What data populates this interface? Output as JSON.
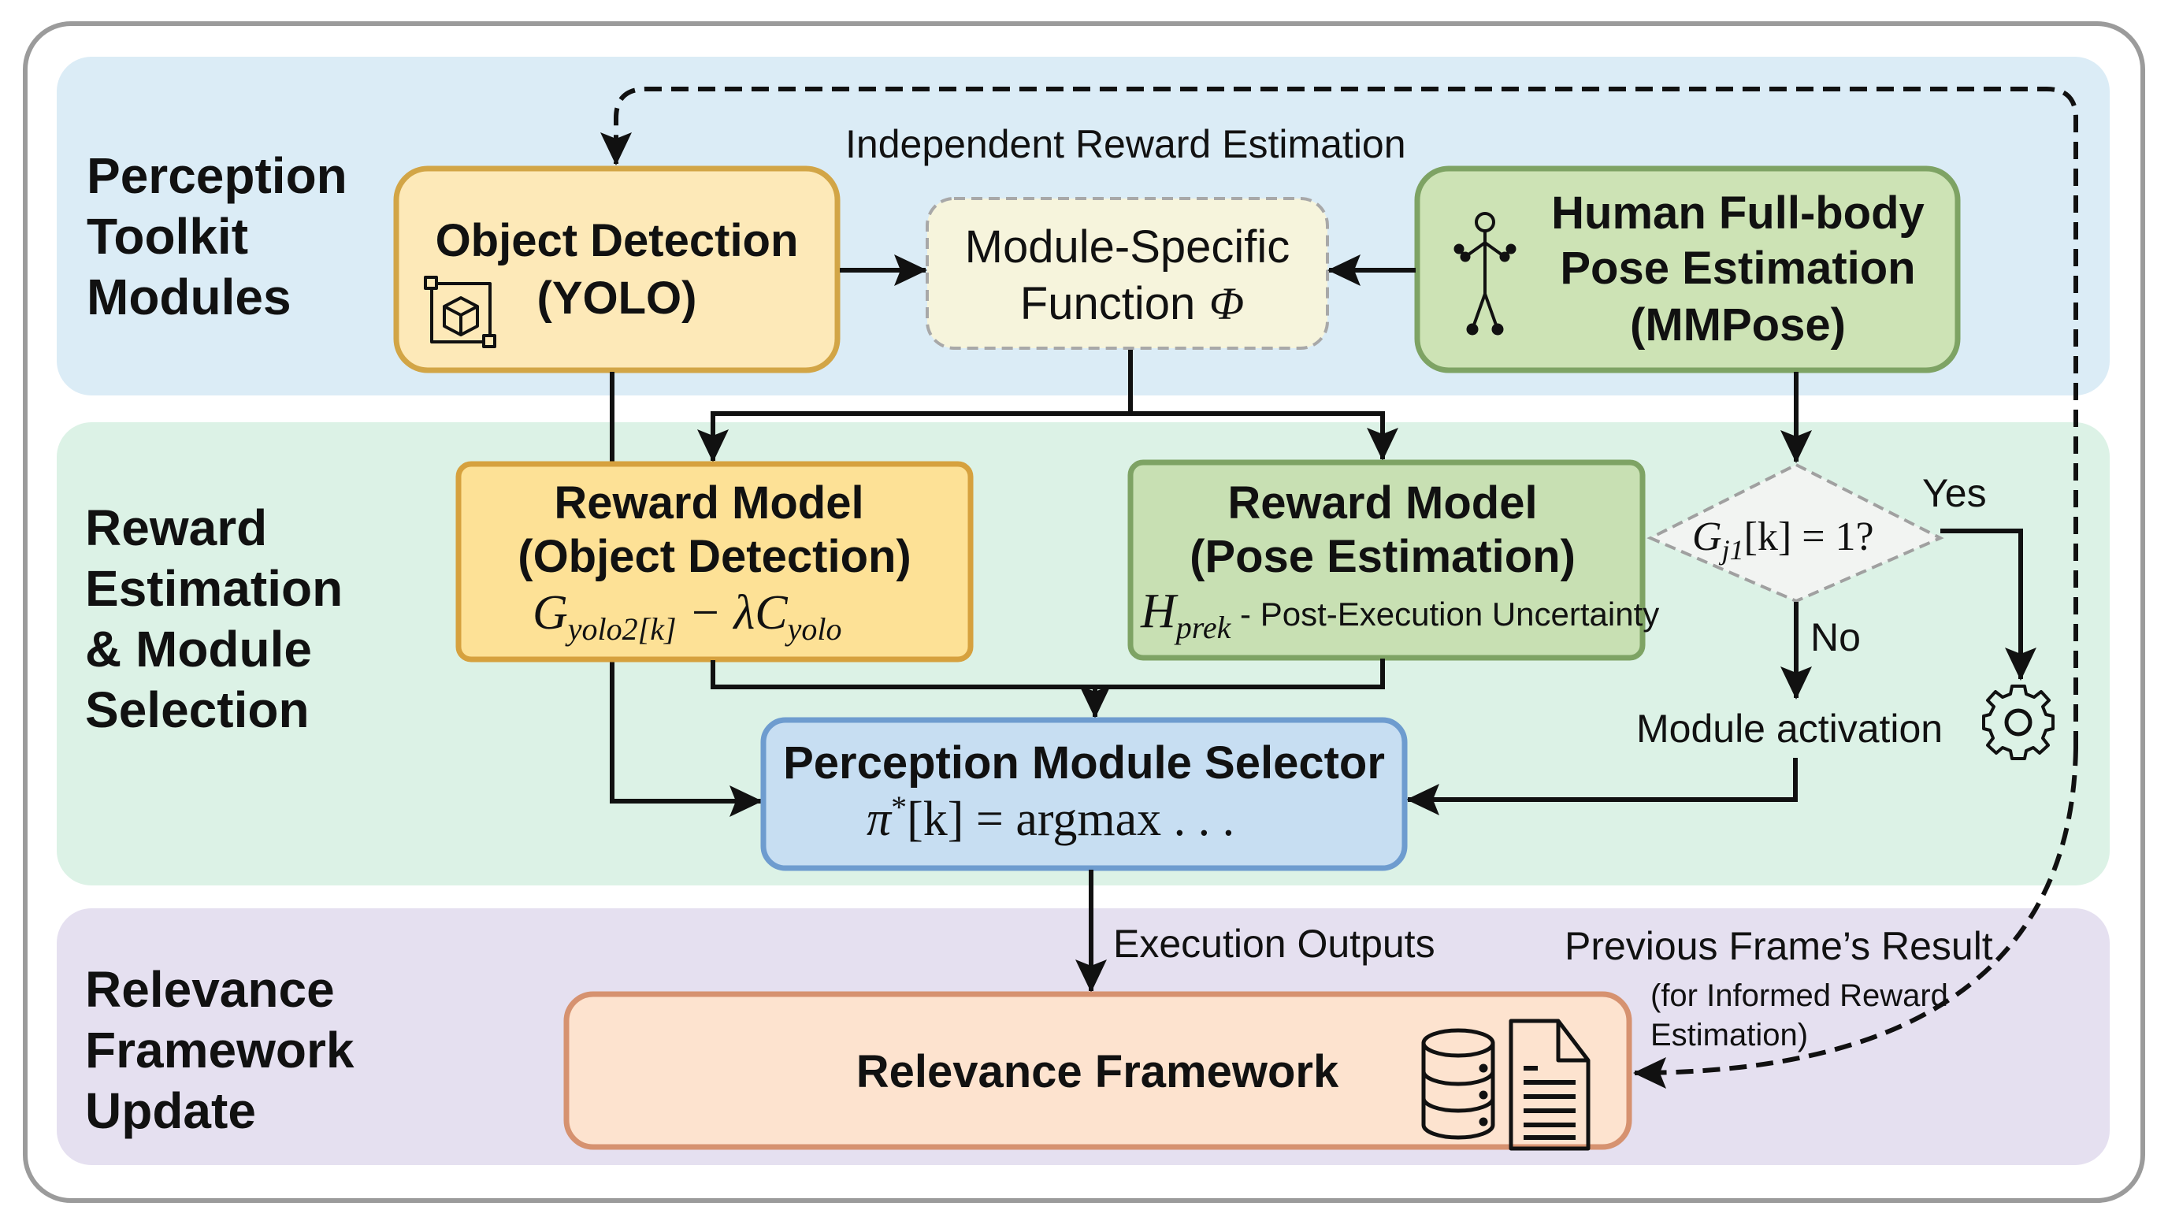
{
  "bands": [
    {
      "id": "perception",
      "label_lines": [
        "Perception",
        "Toolkit",
        "Modules"
      ],
      "color": "#dbecf6"
    },
    {
      "id": "reward",
      "label_lines": [
        "Reward",
        "Estimation",
        "& Module",
        "Selection"
      ],
      "color": "#dcf2e6"
    },
    {
      "id": "relevance",
      "label_lines": [
        "Relevance",
        "Framework",
        "Update"
      ],
      "color": "#e5e0f0"
    }
  ],
  "annotations": {
    "independent": "Independent Reward Estimation",
    "execution_outputs": "Execution Outputs",
    "previous_frame": "Previous Frame’s Result",
    "informed_line1": "(for Informed Reward",
    "informed_line2": "Estimation)",
    "yes": "Yes",
    "no": "No",
    "module_activation": "Module activation"
  },
  "nodes": {
    "object_detection": {
      "line1": "Object Detection",
      "line2": "(YOLO)",
      "icon": "bounding-box-cube-icon",
      "fill": "#fde9b8",
      "stroke": "#d2a546"
    },
    "module_specific": {
      "line1": "Module-Specific",
      "line2": "Function",
      "symbol": "Φ",
      "fill": "#f6f4dc",
      "stroke": "#a8a8a8"
    },
    "pose": {
      "line1": "Human Full-body",
      "line2": "Pose Estimation",
      "line3": "(MMPose)",
      "icon": "stick-figure-icon",
      "fill": "#cde3b5",
      "stroke": "#7ea364"
    },
    "reward_od": {
      "line1": "Reward Model",
      "line2": "(Object Detection)",
      "formula_G": "G",
      "formula_G_sub": "yolo2[k]",
      "formula_op": " − λC",
      "formula_C_sub": "yolo",
      "fill": "#fde196",
      "stroke": "#d6a13e"
    },
    "reward_pose": {
      "line1": "Reward Model",
      "line2": "(Pose Estimation)",
      "formula_H": "H",
      "formula_H_sub": "prek",
      "formula_rest": " - Post-Execution Uncertainty",
      "fill": "#c8e0b3",
      "stroke": "#7ea364"
    },
    "decision": {
      "G": "G",
      "G_sub": "j1",
      "rest": "[k] = 1?",
      "fill": "#f2f4f2",
      "stroke": "#a0a0a0"
    },
    "selector": {
      "line1": "Perception Module Selector",
      "formula_pi": "π",
      "formula_star": "*",
      "formula_rest": "[k] = argmax . . .",
      "fill": "#c7def2",
      "stroke": "#6e9ccf"
    },
    "relevance": {
      "title": "Relevance Framework",
      "icons": [
        "database-icon",
        "document-icon"
      ],
      "fill": "#fde3cf",
      "stroke": "#d69270"
    }
  },
  "frame": {
    "stroke": "#9b9b9b"
  }
}
